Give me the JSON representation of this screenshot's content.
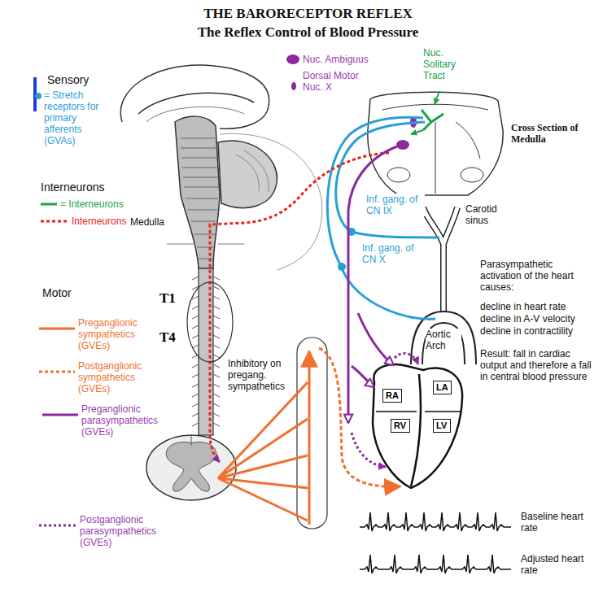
{
  "diagram": {
    "title": "THE BARORECEPTOR REFLEX",
    "nodes": [
      {
        "text": [
          "T1",
          "T4"
        ]
      },
      {
        "text": [
          "RA"
        ]
      },
      {
        "text": [
          "LA"
        ]
      },
      {
        "text": [
          "RV"
        ]
      },
      {
        "text": [
          "LV"
        ]
      }
    ],
    "labels": [
      "The Reflex Control of Blood Pressure",
      "Sensory",
      "Interneurons",
      "Motor",
      "Medulla",
      "Nuc. Ambiguus",
      "Dorsal Motor Nuc. X",
      "Nuc. Solitary Tract",
      "Cross Section of Medulla",
      "Inf. gang. of CN IX",
      "Inf. gang. of CN X",
      "Carotid sinus",
      "Parasympathetic activation of the heart causes:",
      "decline in heart rate",
      "decline in A-V velocity",
      "decline in contractility",
      "Aortic Arch",
      "Result: fall in cardiac output and therefore a fall in central blood pressure",
      "Inhibitory on pregang. sympathetics",
      "Baseline heart rate",
      "Adjusted heart rate"
    ],
    "legend": [
      {
        "text": "= Stretch receptors for primary afferents (GVAs)"
      },
      {
        "text": "= Interneurons"
      },
      {
        "text": "Interneurons"
      },
      {
        "text": "Preganglionic sympathetics (GVEs)"
      },
      {
        "text": "Postganglionic sympathetics (GVEs)"
      },
      {
        "text": "Preganglionic parasympathetics (GVEs)"
      },
      {
        "text": "Postganglionic parasympathetics (GVEs)"
      }
    ]
  }
}
